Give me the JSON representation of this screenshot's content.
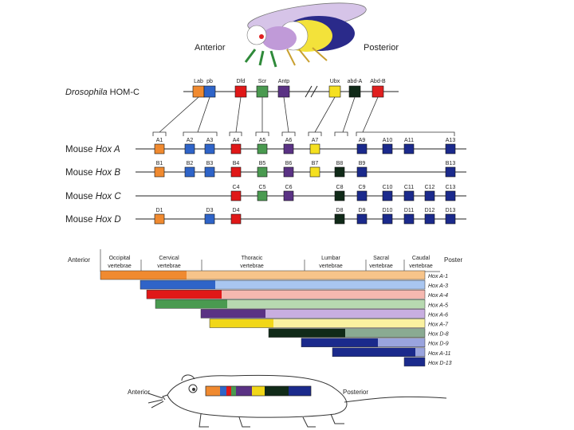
{
  "colors": {
    "lab": "#f08a30",
    "pb": "#2f64c8",
    "dfd": "#e01818",
    "scr": "#4a9a50",
    "antp": "#5a3284",
    "ubx": "#f5e020",
    "abda": "#102a18",
    "abdb": "#e02020",
    "blue_dark": "#1b2a8c"
  },
  "fly": {
    "anterior": "Anterior",
    "posterior": "Posterior",
    "complex_prefix": "Drosophila",
    "complex_suffix": " HOM-C",
    "genes": [
      "Lab",
      "pb",
      "Dfd",
      "Scr",
      "Antp",
      "Ubx",
      "abd-A",
      "Abd-B"
    ]
  },
  "mouse_rows": [
    {
      "label_prefix": "Mouse ",
      "label_gene": "Hox A",
      "genes": [
        "A1",
        "A2",
        "A3",
        "A4",
        "A5",
        "A6",
        "A7",
        "A9",
        "A10",
        "A11",
        "A13"
      ]
    },
    {
      "label_prefix": "Mouse ",
      "label_gene": "Hox B",
      "genes": [
        "B1",
        "B2",
        "B3",
        "B4",
        "B5",
        "B6",
        "B7",
        "B8",
        "B9",
        "B13"
      ]
    },
    {
      "label_prefix": "Mouse ",
      "label_gene": "Hox C",
      "genes": [
        "C4",
        "C5",
        "C6",
        "C8",
        "C9",
        "C10",
        "C11",
        "C12",
        "C13"
      ]
    },
    {
      "label_prefix": "Mouse ",
      "label_gene": "Hox D",
      "genes": [
        "D1",
        "D3",
        "D4",
        "D8",
        "D9",
        "D10",
        "D11",
        "D12",
        "D13"
      ]
    }
  ],
  "body_axis": {
    "anterior": "Anterior",
    "posterior": "Poster",
    "regions": [
      {
        "line1": "Occipital",
        "line2": "vertebrae"
      },
      {
        "line1": "Cervical",
        "line2": "vertebrae"
      },
      {
        "line1": "Thoracic",
        "line2": "vertebrae"
      },
      {
        "line1": "Lumbar",
        "line2": "vertebrae"
      },
      {
        "line1": "Sacral",
        "line2": "vertebrae"
      },
      {
        "line1": "Caudal",
        "line2": "vertebrae"
      }
    ]
  },
  "expression_bars": [
    "Hox A-1",
    "Hox A-3",
    "Hox A-4",
    "Hox A-5",
    "Hox A-6",
    "Hox A-7",
    "Hox D-8",
    "Hox D-9",
    "Hox A-11",
    "Hox D-13"
  ],
  "mouse": {
    "anterior": "Anterior",
    "posterior": "Posterior"
  }
}
